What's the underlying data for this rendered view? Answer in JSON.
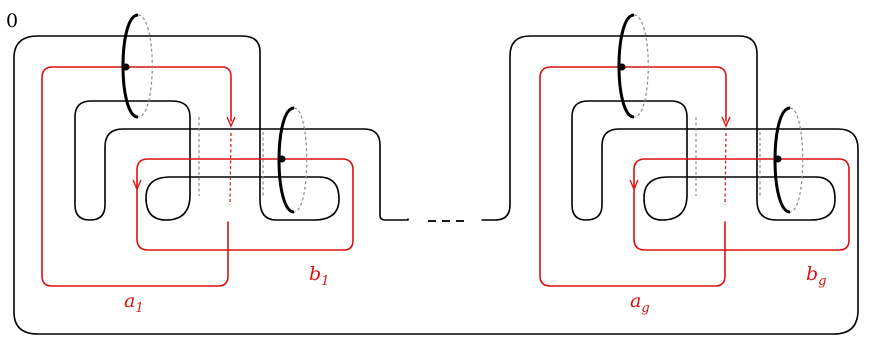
{
  "framing_label": "0",
  "ellipsis": "...",
  "colors": {
    "curve": "#dd1111",
    "knot": "#000000"
  },
  "handles": [
    {
      "a_base": "a",
      "a_sub": "1",
      "b_base": "b",
      "b_sub": "1"
    },
    {
      "a_base": "a",
      "a_sub": "g",
      "b_base": "b",
      "b_sub": "g"
    }
  ]
}
